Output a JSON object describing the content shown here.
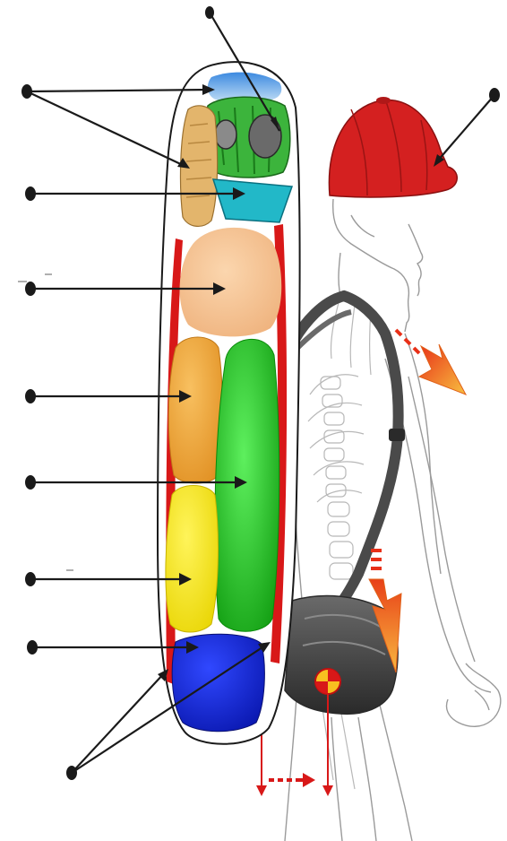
{
  "diagram": {
    "labels": [],
    "colors": {
      "outline": "#1a1a1a",
      "frame_red": "#d81818",
      "cap_red": "#d42020",
      "blue_top": "#6aa6e0",
      "green_ball": "#3cb43c",
      "beige_roll": "#e3b56c",
      "cyan_box": "#22b8c8",
      "peach_bag": "#f6c596",
      "orange_bag": "#f2a640",
      "green_tube": "#22c422",
      "yellow_bag": "#f8e81c",
      "blue_bag": "#1a2ce0",
      "strap_gray": "#4a4a4a",
      "arrow_gradient_start": "#e83018",
      "arrow_gradient_end": "#f8c040"
    },
    "callouts": [
      {
        "name": "callout-top-item",
        "target": "top-item"
      },
      {
        "name": "callout-top-left-dot",
        "target": "blue-and-beige-items"
      },
      {
        "name": "callout-cyan",
        "target": "cyan-box"
      },
      {
        "name": "callout-peach",
        "target": "peach-bag"
      },
      {
        "name": "callout-orange",
        "target": "orange-bag"
      },
      {
        "name": "callout-green",
        "target": "green-tube"
      },
      {
        "name": "callout-yellow",
        "target": "yellow-bag"
      },
      {
        "name": "callout-blue",
        "target": "blue-bag"
      },
      {
        "name": "callout-frame",
        "target": "frame-rails"
      },
      {
        "name": "callout-cap",
        "target": "cap"
      }
    ]
  }
}
